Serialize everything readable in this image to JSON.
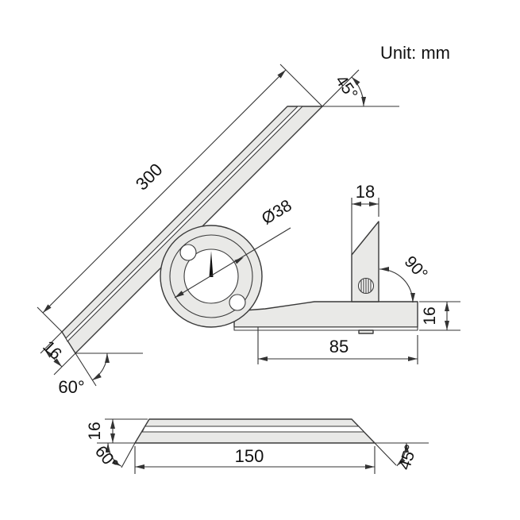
{
  "title": {
    "unit_label": "Unit: mm"
  },
  "colors": {
    "body_fill": "#e9e9e7",
    "line": "#333333",
    "text": "#111111",
    "background": "#ffffff"
  },
  "main_view": {
    "blade_length_label": "300",
    "tip_angle_label": "45°",
    "blade_width_label": "16",
    "blade_end_angle_label": "60°",
    "dial_diameter_label": "Ø38",
    "square_blade_width_label": "18",
    "square_blade_angle_label": "90°",
    "base_height_label": "16",
    "base_length_label": "85"
  },
  "bottom_view": {
    "blade_height_label": "16",
    "left_bevel_angle_label": "60°",
    "blade_length_label": "150",
    "right_bevel_angle_label": "45°"
  }
}
